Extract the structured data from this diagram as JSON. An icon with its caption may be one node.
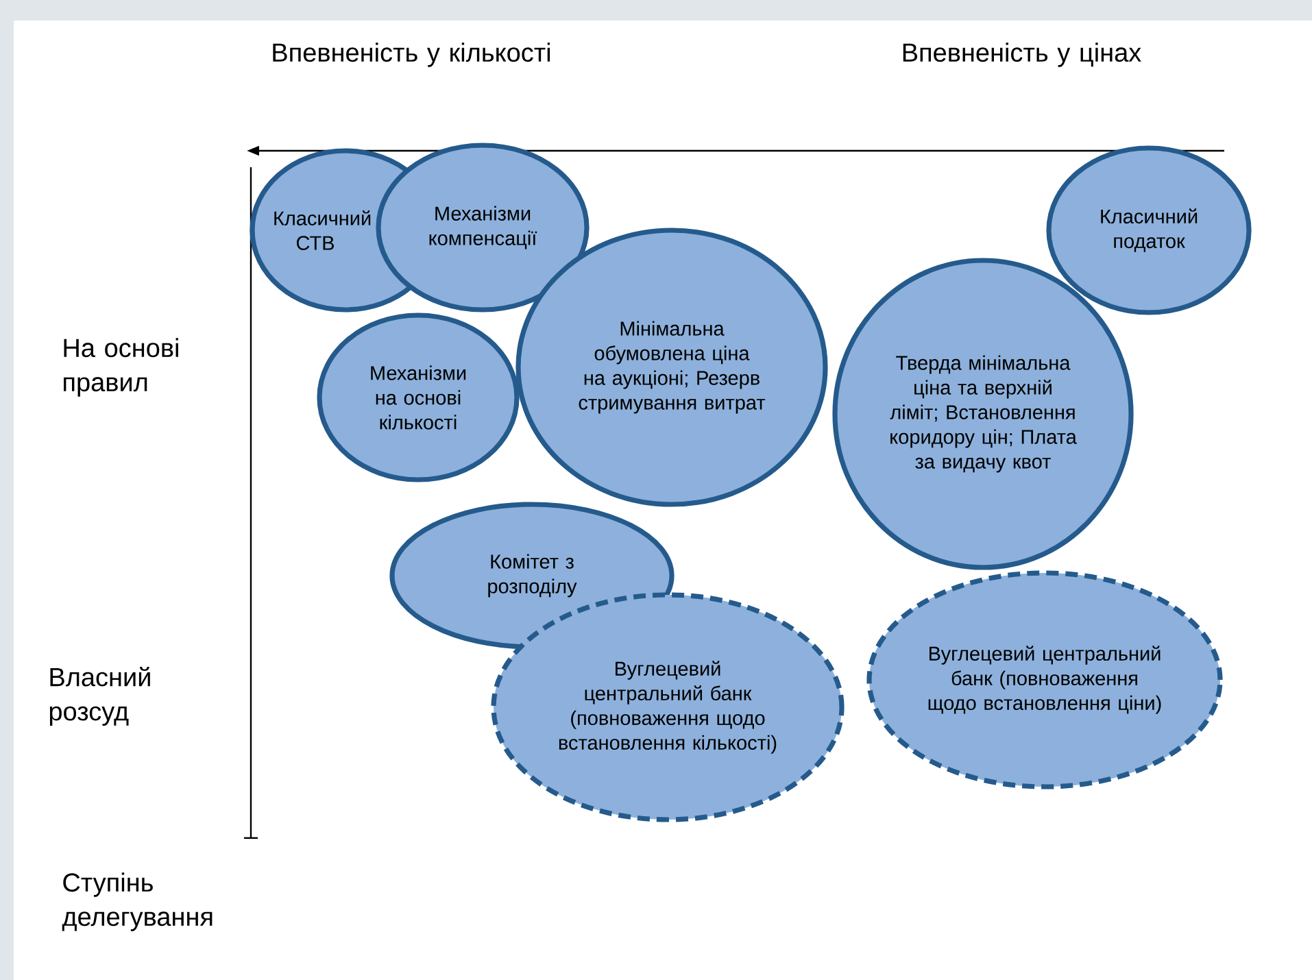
{
  "diagram": {
    "nodes": [
      {
        "text": [
          "Класичний СТВ"
        ]
      },
      {
        "text": [
          "Механізми компенсації"
        ]
      },
      {
        "text": [
          "Механізми на основі кількості"
        ]
      },
      {
        "text": [
          "Мінімальна обумовлена ціна на аукціоні; Резерв стримування витрат"
        ]
      },
      {
        "text": [
          "Класичний податок"
        ]
      },
      {
        "text": [
          "Тверда мінімальна ціна та верхній ліміт; Встановлення коридору цін; Плата за видачу квот"
        ]
      },
      {
        "text": [
          "Комітет з розподілу"
        ]
      },
      {
        "text": [
          "Вуглецевий центральний банк (повноваження щодо встановлення кількості)"
        ]
      },
      {
        "text": [
          "Вуглецевий центральний банк (повноваження щодо встановлення ціни)"
        ]
      }
    ],
    "labels": [
      "Впевненість у кількості",
      "Впевненість у цінах",
      "На основі правил",
      "Власний розсуд",
      "Ступінь делегування"
    ]
  }
}
